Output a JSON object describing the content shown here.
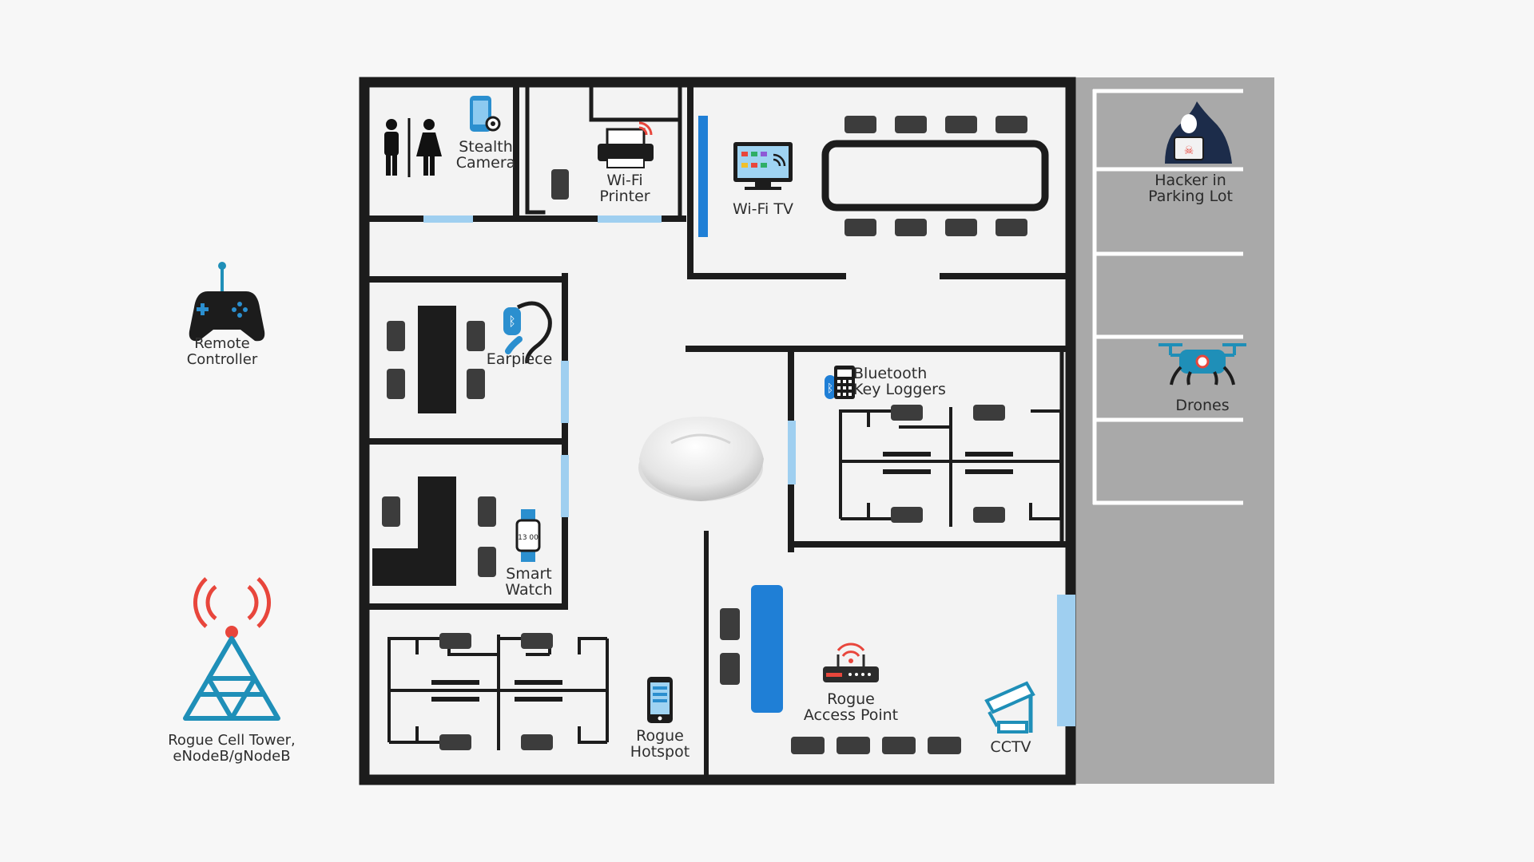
{
  "labels": {
    "stealth_camera": "Stealth\nCamera",
    "wifi_printer": "Wi-Fi\nPrinter",
    "wifi_tv": "Wi-Fi TV",
    "earpiece": "Earpiece",
    "smart_watch": "Smart\nWatch",
    "bluetooth_key_loggers": "Bluetooth\nKey Loggers",
    "rogue_hotspot": "Rogue\nHotspot",
    "rogue_access_point": "Rogue\nAccess Point",
    "cctv": "CCTV",
    "hacker_in_parking_lot": "Hacker in\nParking Lot",
    "drones": "Drones",
    "remote_controller": "Remote\nController",
    "rogue_cell_tower": "Rogue Cell Tower,\neNodeB/gNodeB"
  },
  "watch_time": "13 00",
  "colors": {
    "wall": "#1c1c1c",
    "floor": "#f2f2f2",
    "window": "#9fcff0",
    "accent_blue": "#1f7fd6",
    "teal": "#1f8fb8",
    "red": "#e8463c",
    "parking": "#a9a9a9",
    "furniture": "#3c3c3c"
  }
}
